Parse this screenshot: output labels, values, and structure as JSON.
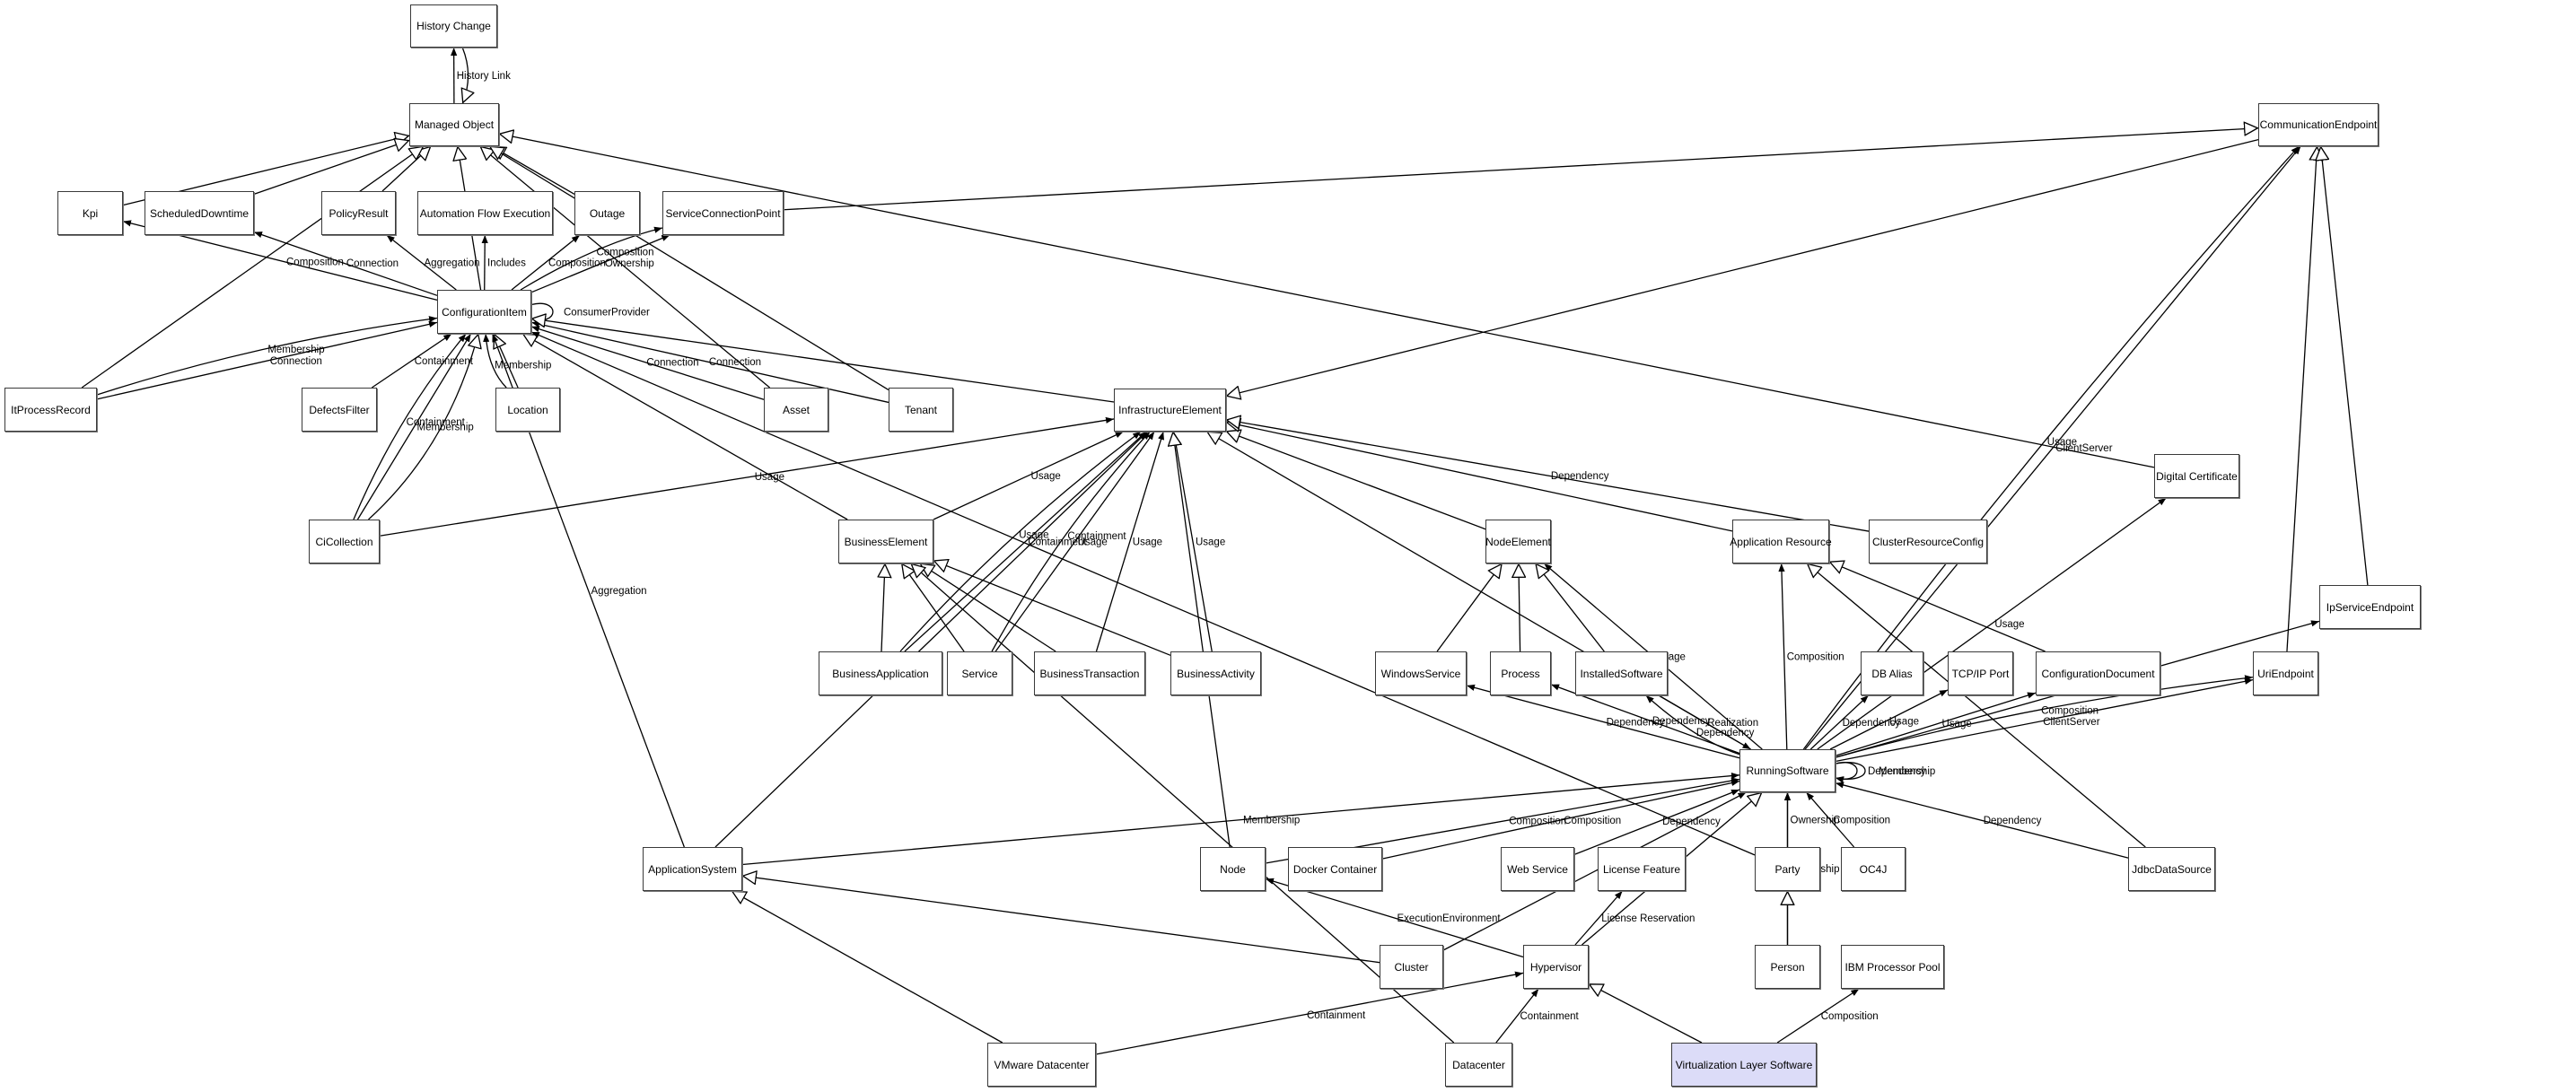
{
  "diagram": {
    "highlight_color": "#dcdcf8",
    "nodes": [
      {
        "id": "history_change",
        "label": "History Change"
      },
      {
        "id": "managed_object",
        "label": "Managed Object"
      },
      {
        "id": "kpi",
        "label": "Kpi"
      },
      {
        "id": "scheduled_downtime",
        "label": "ScheduledDowntime"
      },
      {
        "id": "policy_result",
        "label": "PolicyResult"
      },
      {
        "id": "automation_flow_execution",
        "label": "Automation Flow Execution"
      },
      {
        "id": "outage",
        "label": "Outage"
      },
      {
        "id": "service_connection_point",
        "label": "ServiceConnectionPoint"
      },
      {
        "id": "configuration_item",
        "label": "ConfigurationItem"
      },
      {
        "id": "it_process_record",
        "label": "ItProcessRecord"
      },
      {
        "id": "defects_filter",
        "label": "DefectsFilter"
      },
      {
        "id": "location",
        "label": "Location"
      },
      {
        "id": "asset",
        "label": "Asset"
      },
      {
        "id": "tenant",
        "label": "Tenant"
      },
      {
        "id": "ci_collection",
        "label": "CiCollection"
      },
      {
        "id": "infrastructure_element",
        "label": "InfrastructureElement"
      },
      {
        "id": "business_element",
        "label": "BusinessElement"
      },
      {
        "id": "business_application",
        "label": "BusinessApplication"
      },
      {
        "id": "service",
        "label": "Service"
      },
      {
        "id": "business_transaction",
        "label": "BusinessTransaction"
      },
      {
        "id": "business_activity",
        "label": "BusinessActivity"
      },
      {
        "id": "node_element",
        "label": "NodeElement"
      },
      {
        "id": "application_resource",
        "label": "Application Resource"
      },
      {
        "id": "cluster_resource_config",
        "label": "ClusterResourceConfig"
      },
      {
        "id": "digital_certificate",
        "label": "Digital Certificate"
      },
      {
        "id": "communication_endpoint",
        "label": "CommunicationEndpoint"
      },
      {
        "id": "ip_service_endpoint",
        "label": "IpServiceEndpoint"
      },
      {
        "id": "windows_service",
        "label": "WindowsService"
      },
      {
        "id": "process",
        "label": "Process"
      },
      {
        "id": "installed_software",
        "label": "InstalledSoftware"
      },
      {
        "id": "db_alias",
        "label": "DB Alias"
      },
      {
        "id": "tcpip_port",
        "label": "TCP/IP Port"
      },
      {
        "id": "configuration_document",
        "label": "ConfigurationDocument"
      },
      {
        "id": "uri_endpoint",
        "label": "UriEndpoint"
      },
      {
        "id": "running_software",
        "label": "RunningSoftware"
      },
      {
        "id": "application_system",
        "label": "ApplicationSystem"
      },
      {
        "id": "node",
        "label": "Node"
      },
      {
        "id": "docker_container",
        "label": "Docker Container"
      },
      {
        "id": "web_service",
        "label": "Web Service"
      },
      {
        "id": "license_feature",
        "label": "License Feature"
      },
      {
        "id": "party",
        "label": "Party"
      },
      {
        "id": "oc4j",
        "label": "OC4J"
      },
      {
        "id": "jdbc_data_source",
        "label": "JdbcDataSource"
      },
      {
        "id": "cluster",
        "label": "Cluster"
      },
      {
        "id": "hypervisor",
        "label": "Hypervisor"
      },
      {
        "id": "person",
        "label": "Person"
      },
      {
        "id": "ibm_processor_pool",
        "label": "IBM Processor Pool"
      },
      {
        "id": "vmware_datacenter",
        "label": "VMware Datacenter"
      },
      {
        "id": "datacenter",
        "label": "Datacenter"
      },
      {
        "id": "virtualization_layer_software",
        "label": "Virtualization Layer Software",
        "highlighted": true
      }
    ],
    "edges": [
      {
        "from": "managed_object",
        "to": "history_change",
        "label": "History Link",
        "arrow": "filled"
      },
      {
        "from": "history_change",
        "to": "managed_object",
        "label": "",
        "arrow": "hollow"
      },
      {
        "from": "kpi",
        "to": "managed_object",
        "label": "",
        "arrow": "hollow"
      },
      {
        "from": "scheduled_downtime",
        "to": "managed_object",
        "label": "",
        "arrow": "hollow"
      },
      {
        "from": "policy_result",
        "to": "managed_object",
        "label": "",
        "arrow": "hollow"
      },
      {
        "from": "outage",
        "to": "managed_object",
        "label": "",
        "arrow": "hollow"
      },
      {
        "from": "configuration_item",
        "to": "managed_object",
        "label": "",
        "arrow": "hollow"
      },
      {
        "from": "it_process_record",
        "to": "managed_object",
        "label": "",
        "arrow": "hollow"
      },
      {
        "from": "asset",
        "to": "managed_object",
        "label": "",
        "arrow": "hollow"
      },
      {
        "from": "tenant",
        "to": "managed_object",
        "label": "",
        "arrow": "hollow"
      },
      {
        "from": "digital_certificate",
        "to": "managed_object",
        "label": "",
        "arrow": "hollow"
      },
      {
        "from": "service_connection_point",
        "to": "communication_endpoint",
        "label": "",
        "arrow": "hollow"
      },
      {
        "from": "configuration_item",
        "to": "kpi",
        "label": "Composition",
        "arrow": "filled"
      },
      {
        "from": "configuration_item",
        "to": "scheduled_downtime",
        "label": "Connection",
        "arrow": "filled"
      },
      {
        "from": "configuration_item",
        "to": "policy_result",
        "label": "Aggregation",
        "arrow": "filled"
      },
      {
        "from": "configuration_item",
        "to": "automation_flow_execution",
        "label": "Includes",
        "arrow": "filled"
      },
      {
        "from": "configuration_item",
        "to": "outage",
        "label": "Composition",
        "arrow": "filled"
      },
      {
        "from": "configuration_item",
        "to": "service_connection_point",
        "label": "Ownership",
        "arrow": "filled"
      },
      {
        "from": "configuration_item",
        "to": "service_connection_point",
        "label": "Composition",
        "arrow": "filled"
      },
      {
        "from": "configuration_item",
        "to": "configuration_item",
        "label": "ConsumerProvider",
        "arrow": "filled"
      },
      {
        "from": "it_process_record",
        "to": "configuration_item",
        "label": "Connection",
        "arrow": "filled"
      },
      {
        "from": "it_process_record",
        "to": "configuration_item",
        "label": "Membership",
        "arrow": "filled"
      },
      {
        "from": "ci_collection",
        "to": "configuration_item",
        "label": "Membership",
        "arrow": "filled"
      },
      {
        "from": "defects_filter",
        "to": "configuration_item",
        "label": "Containment",
        "arrow": "filled"
      },
      {
        "from": "ci_collection",
        "to": "configuration_item",
        "label": "Containment",
        "arrow": "filled"
      },
      {
        "from": "ci_collection",
        "to": "configuration_item",
        "label": "",
        "arrow": "hollow"
      },
      {
        "from": "location",
        "to": "configuration_item",
        "label": "",
        "arrow": "hollow"
      },
      {
        "from": "location",
        "to": "configuration_item",
        "label": "Membership",
        "arrow": "filled"
      },
      {
        "from": "asset",
        "to": "configuration_item",
        "label": "Connection",
        "arrow": "filled"
      },
      {
        "from": "tenant",
        "to": "configuration_item",
        "label": "Connection",
        "arrow": "filled"
      },
      {
        "from": "infrastructure_element",
        "to": "configuration_item",
        "label": "",
        "arrow": "hollow"
      },
      {
        "from": "business_element",
        "to": "configuration_item",
        "label": "",
        "arrow": "hollow"
      },
      {
        "from": "application_system",
        "to": "configuration_item",
        "label": "Aggregation",
        "arrow": "filled"
      },
      {
        "from": "party",
        "to": "configuration_item",
        "label": "",
        "arrow": "filled"
      },
      {
        "from": "communication_endpoint",
        "to": "infrastructure_element",
        "label": "",
        "arrow": "hollow"
      },
      {
        "from": "ci_collection",
        "to": "infrastructure_element",
        "label": "Usage",
        "arrow": "filled"
      },
      {
        "from": "business_element",
        "to": "infrastructure_element",
        "label": "Usage",
        "arrow": "filled"
      },
      {
        "from": "business_application",
        "to": "infrastructure_element",
        "label": "Containment",
        "arrow": "filled"
      },
      {
        "from": "business_application",
        "to": "infrastructure_element",
        "label": "Usage",
        "arrow": "filled"
      },
      {
        "from": "service",
        "to": "infrastructure_element",
        "label": "Usage",
        "arrow": "filled"
      },
      {
        "from": "service",
        "to": "infrastructure_element",
        "label": "Containment",
        "arrow": "filled"
      },
      {
        "from": "business_transaction",
        "to": "infrastructure_element",
        "label": "Usage",
        "arrow": "filled"
      },
      {
        "from": "business_activity",
        "to": "infrastructure_element",
        "label": "Usage",
        "arrow": "filled"
      },
      {
        "from": "application_system",
        "to": "infrastructure_element",
        "label": "",
        "arrow": "filled"
      },
      {
        "from": "node",
        "to": "infrastructure_element",
        "label": "",
        "arrow": "hollow"
      },
      {
        "from": "node_element",
        "to": "infrastructure_element",
        "label": "",
        "arrow": "hollow"
      },
      {
        "from": "application_resource",
        "to": "infrastructure_element",
        "label": "",
        "arrow": "hollow"
      },
      {
        "from": "cluster_resource_config",
        "to": "infrastructure_element",
        "label": "Dependency",
        "arrow": "hollow"
      },
      {
        "from": "running_software",
        "to": "infrastructure_element",
        "label": "",
        "arrow": "hollow"
      },
      {
        "from": "business_application",
        "to": "business_element",
        "label": "",
        "arrow": "hollow"
      },
      {
        "from": "service",
        "to": "business_element",
        "label": "",
        "arrow": "hollow"
      },
      {
        "from": "business_transaction",
        "to": "business_element",
        "label": "",
        "arrow": "hollow"
      },
      {
        "from": "business_activity",
        "to": "business_element",
        "label": "",
        "arrow": "hollow"
      },
      {
        "from": "datacenter",
        "to": "business_element",
        "label": "",
        "arrow": "hollow"
      },
      {
        "from": "windows_service",
        "to": "node_element",
        "label": "",
        "arrow": "hollow"
      },
      {
        "from": "process",
        "to": "node_element",
        "label": "",
        "arrow": "hollow"
      },
      {
        "from": "installed_software",
        "to": "node_element",
        "label": "",
        "arrow": "hollow"
      },
      {
        "from": "running_software",
        "to": "node_element",
        "label": "Usage",
        "arrow": "filled"
      },
      {
        "from": "running_software",
        "to": "application_resource",
        "label": "Composition",
        "arrow": "filled"
      },
      {
        "from": "configuration_document",
        "to": "application_resource",
        "label": "",
        "arrow": "hollow"
      },
      {
        "from": "jdbc_data_source",
        "to": "application_resource",
        "label": "",
        "arrow": "hollow"
      },
      {
        "from": "running_software",
        "to": "windows_service",
        "label": "Dependency",
        "arrow": "filled"
      },
      {
        "from": "running_software",
        "to": "process",
        "label": "Dependency",
        "arrow": "filled"
      },
      {
        "from": "installed_software",
        "to": "running_software",
        "label": "Realization",
        "arrow": "filled"
      },
      {
        "from": "running_software",
        "to": "installed_software",
        "label": "Dependency",
        "arrow": "filled"
      },
      {
        "from": "running_software",
        "to": "db_alias",
        "label": "Dependency",
        "arrow": "filled"
      },
      {
        "from": "running_software",
        "to": "tcpip_port",
        "label": "Usage",
        "arrow": "filled"
      },
      {
        "from": "running_software",
        "to": "configuration_document",
        "label": "Usage",
        "arrow": "filled"
      },
      {
        "from": "running_software",
        "to": "digital_certificate",
        "label": "Usage",
        "arrow": "filled"
      },
      {
        "from": "running_software",
        "to": "uri_endpoint",
        "label": "ClientServer",
        "arrow": "filled"
      },
      {
        "from": "running_software",
        "to": "uri_endpoint",
        "label": "Composition",
        "arrow": "filled"
      },
      {
        "from": "running_software",
        "to": "ip_service_endpoint",
        "label": "Usage",
        "arrow": "filled"
      },
      {
        "from": "running_software",
        "to": "communication_endpoint",
        "label": "ClientServer",
        "arrow": "filled"
      },
      {
        "from": "running_software",
        "to": "communication_endpoint",
        "label": "Usage",
        "arrow": "filled"
      },
      {
        "from": "uri_endpoint",
        "to": "communication_endpoint",
        "label": "",
        "arrow": "hollow"
      },
      {
        "from": "ip_service_endpoint",
        "to": "communication_endpoint",
        "label": "",
        "arrow": "hollow"
      },
      {
        "from": "running_software",
        "to": "running_software",
        "label": "Dependency",
        "arrow": "filled"
      },
      {
        "from": "running_software",
        "to": "running_software",
        "label": "Membership",
        "arrow": "filled"
      },
      {
        "from": "application_system",
        "to": "running_software",
        "label": "Membership",
        "arrow": "filled"
      },
      {
        "from": "node",
        "to": "running_software",
        "label": "Composition",
        "arrow": "filled"
      },
      {
        "from": "docker_container",
        "to": "running_software",
        "label": "Composition",
        "arrow": "filled"
      },
      {
        "from": "cluster",
        "to": "running_software",
        "label": "Membership",
        "arrow": "filled"
      },
      {
        "from": "web_service",
        "to": "running_software",
        "label": "Dependency",
        "arrow": "filled"
      },
      {
        "from": "party",
        "to": "running_software",
        "label": "Ownership",
        "arrow": "filled"
      },
      {
        "from": "oc4j",
        "to": "running_software",
        "label": "Composition",
        "arrow": "filled"
      },
      {
        "from": "person",
        "to": "running_software",
        "label": "Ownership",
        "arrow": "filled"
      },
      {
        "from": "jdbc_data_source",
        "to": "running_software",
        "label": "Dependency",
        "arrow": "filled"
      },
      {
        "from": "hypervisor",
        "to": "running_software",
        "label": "",
        "arrow": "hollow"
      },
      {
        "from": "person",
        "to": "party",
        "label": "",
        "arrow": "hollow"
      },
      {
        "from": "cluster",
        "to": "application_system",
        "label": "",
        "arrow": "hollow"
      },
      {
        "from": "vmware_datacenter",
        "to": "application_system",
        "label": "",
        "arrow": "hollow"
      },
      {
        "from": "hypervisor",
        "to": "node",
        "label": "ExecutionEnvironment",
        "arrow": "filled"
      },
      {
        "from": "hypervisor",
        "to": "license_feature",
        "label": "License Reservation",
        "arrow": "filled"
      },
      {
        "from": "vmware_datacenter",
        "to": "hypervisor",
        "label": "Containment",
        "arrow": "filled"
      },
      {
        "from": "datacenter",
        "to": "hypervisor",
        "label": "Containment",
        "arrow": "filled"
      },
      {
        "from": "virtualization_layer_software",
        "to": "hypervisor",
        "label": "",
        "arrow": "hollow"
      },
      {
        "from": "virtualization_layer_software",
        "to": "ibm_processor_pool",
        "label": "Composition",
        "arrow": "filled"
      }
    ]
  }
}
